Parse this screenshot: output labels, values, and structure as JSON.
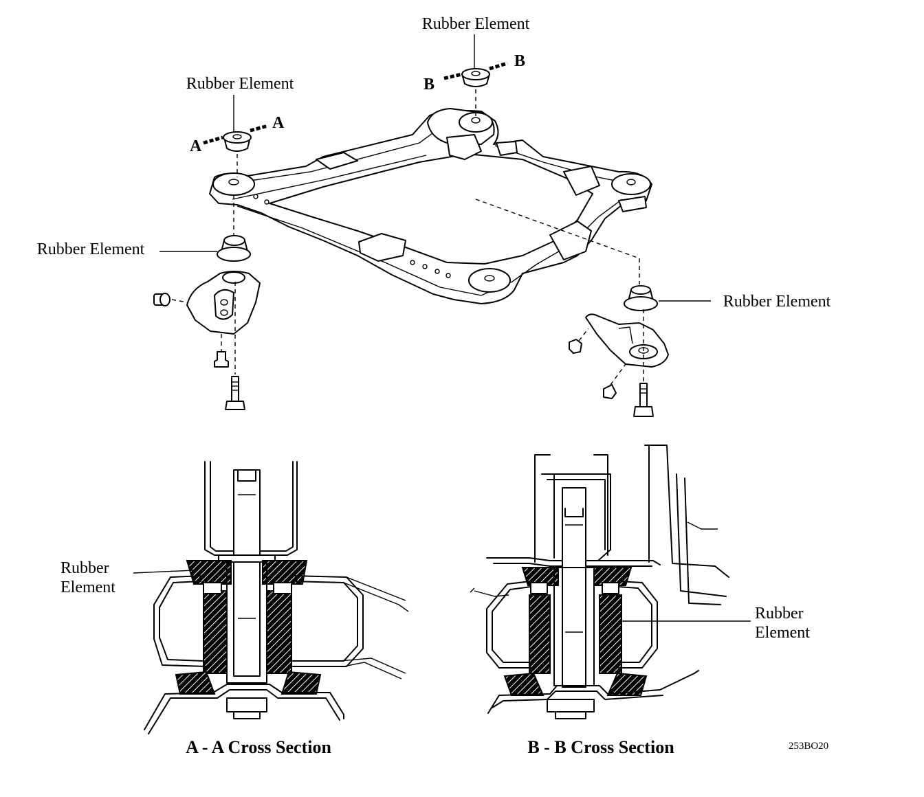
{
  "labels": {
    "top_center": "Rubber Element",
    "top_left": "Rubber Element",
    "mid_left": "Rubber Element",
    "mid_right": "Rubber Element",
    "section_a_line1": "Rubber",
    "section_a_line2": "Element",
    "section_b_line1": "Rubber",
    "section_b_line2": "Element"
  },
  "section_markers": {
    "a_left": "A",
    "a_right": "A",
    "b_left": "B",
    "b_right": "B"
  },
  "captions": {
    "a": "A - A Cross Section",
    "b": "B - B Cross Section"
  },
  "figure_code": "253BO20"
}
